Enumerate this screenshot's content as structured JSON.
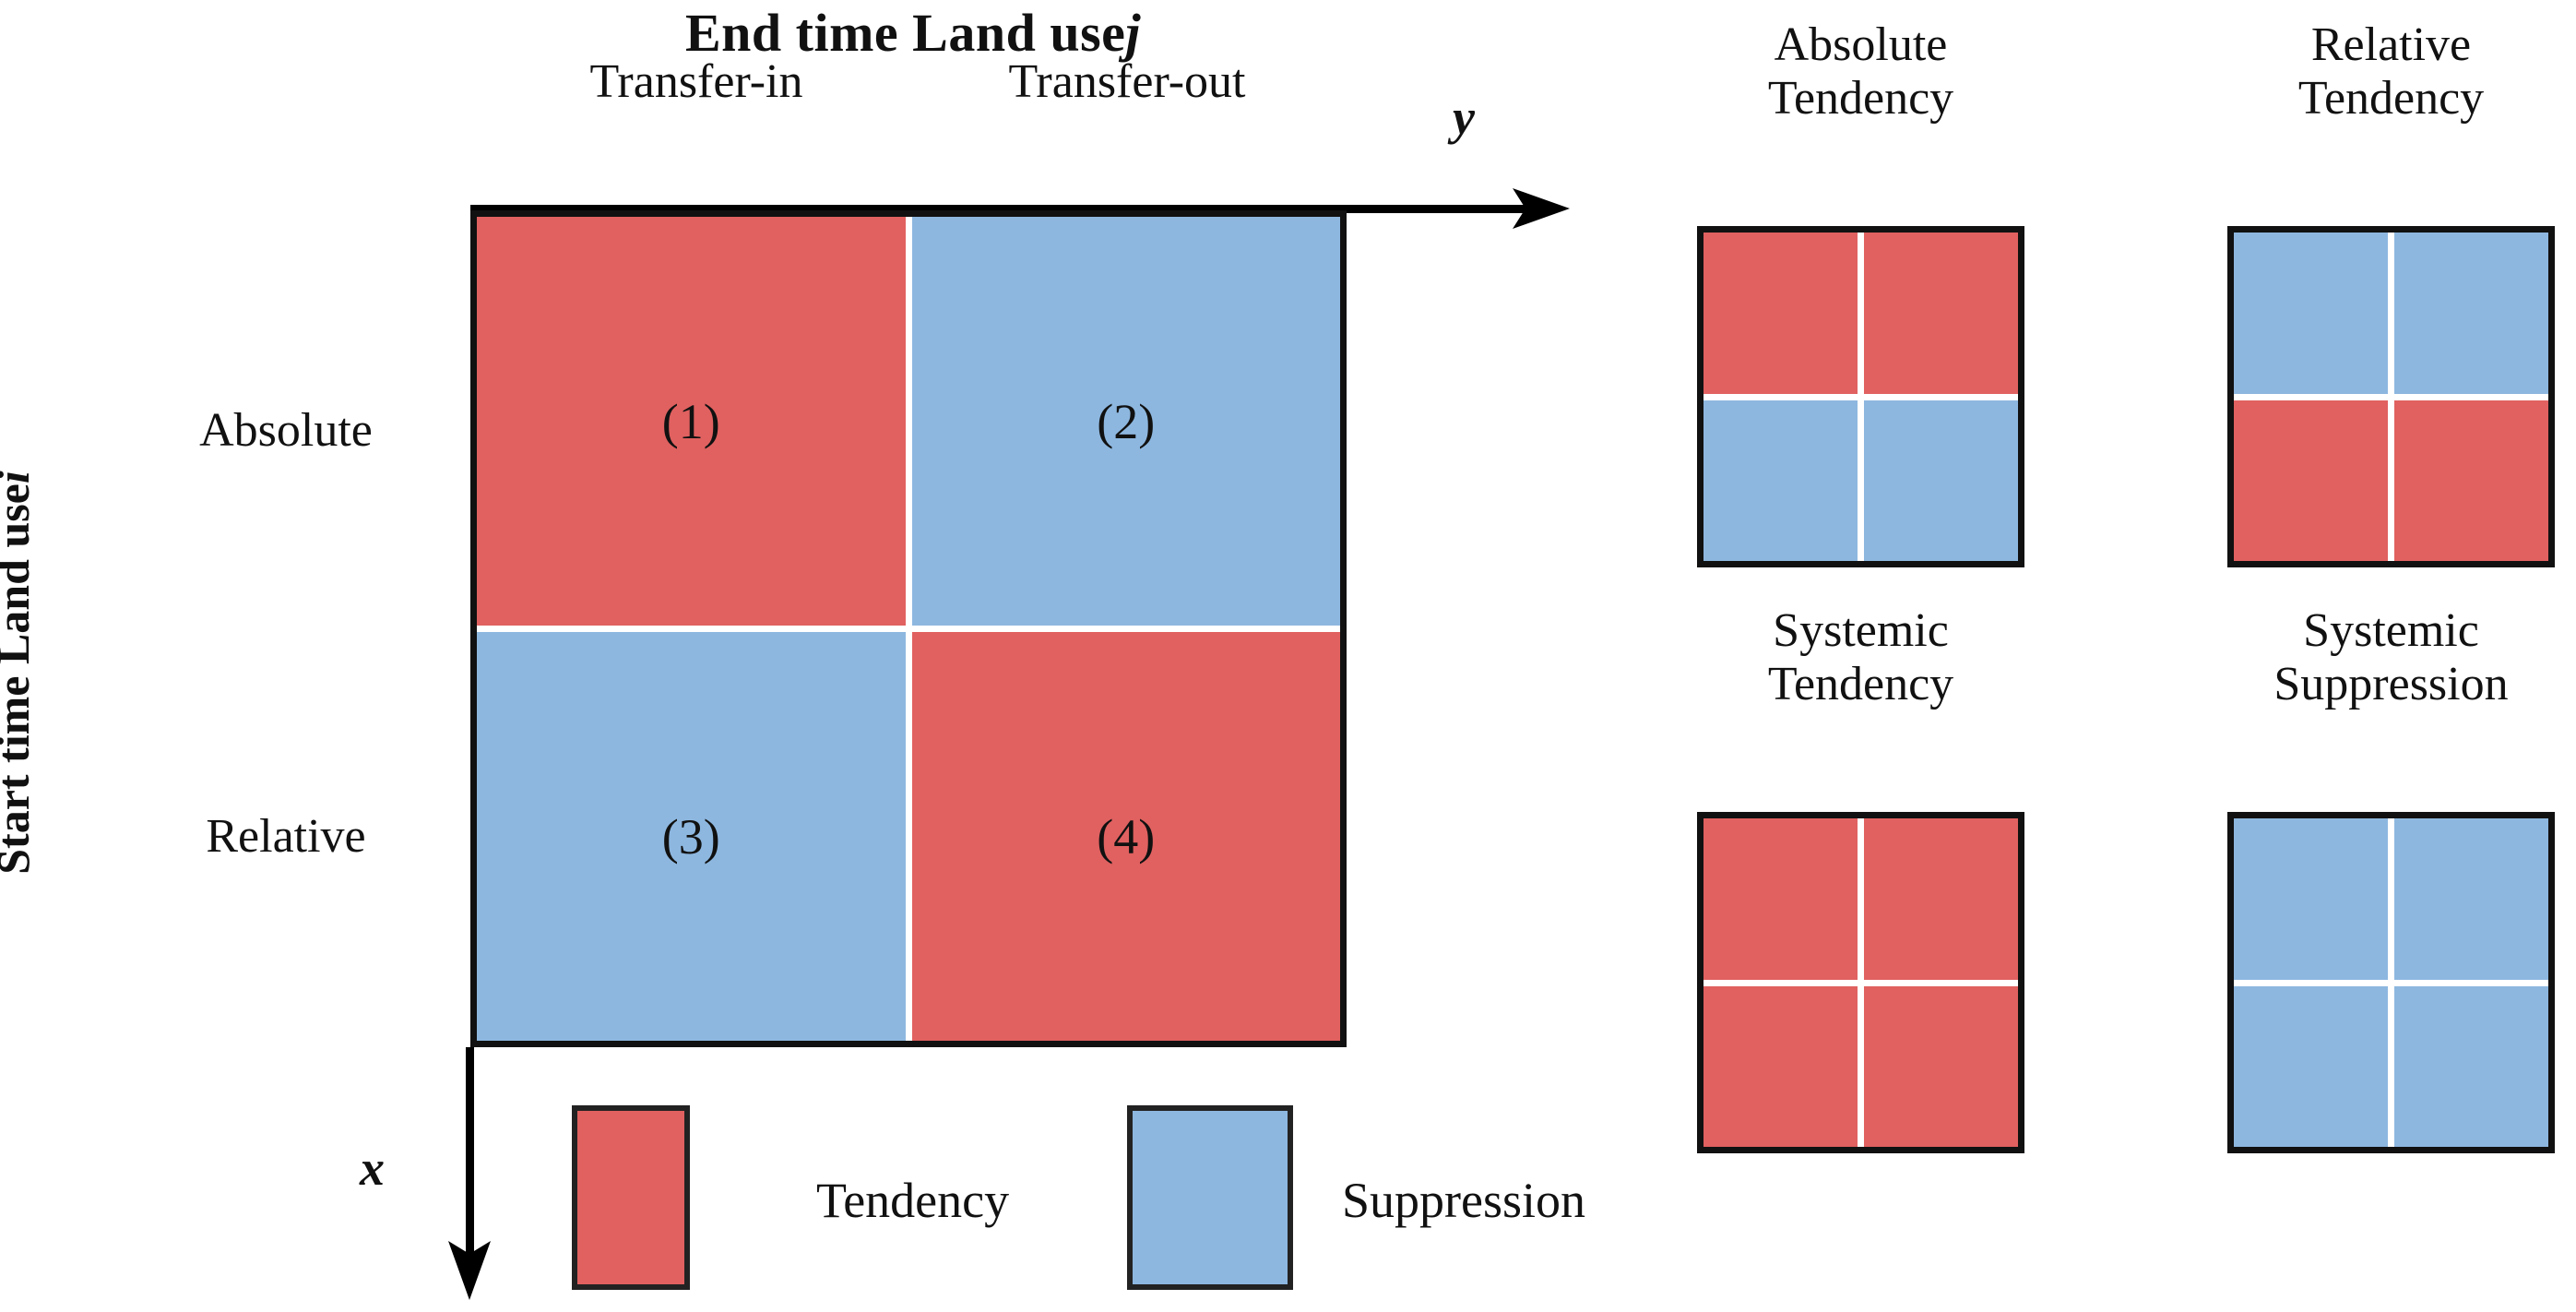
{
  "figure": {
    "title_main": "End time Land use",
    "title_main_italic": "j",
    "y_axis_title": "Start time Land  use",
    "y_axis_title_italic": "i",
    "axis_x_label": "x",
    "axis_y_label": "y"
  },
  "colors": {
    "tendency_red": "#E06160",
    "suppression_blue": "#8DB7DF",
    "outline": "#111111",
    "divider": "#FFFFFF",
    "background": "#FFFFFF"
  },
  "matrix": {
    "column_headers": [
      "Transfer-in",
      "Transfer-out"
    ],
    "row_headers": [
      "Absolute",
      "Relative"
    ],
    "cells": [
      {
        "label": "(1)",
        "color": "#E06160",
        "meaning": "Tendency"
      },
      {
        "label": "(2)",
        "color": "#8DB7DF",
        "meaning": "Suppression"
      },
      {
        "label": "(3)",
        "color": "#8DB7DF",
        "meaning": "Suppression"
      },
      {
        "label": "(4)",
        "color": "#E06160",
        "meaning": "Tendency"
      }
    ]
  },
  "legend": {
    "items": [
      {
        "label": "Tendency",
        "color": "#E06160"
      },
      {
        "label": "Suppression",
        "color": "#8DB7DF"
      }
    ]
  },
  "panels": [
    {
      "title_line1": "Absolute",
      "title_line2": "Tendency",
      "cell_colors": [
        "#E06160",
        "#E06160",
        "#8DB7DF",
        "#8DB7DF"
      ]
    },
    {
      "title_line1": "Relative",
      "title_line2": "Tendency",
      "cell_colors": [
        "#8DB7DF",
        "#8DB7DF",
        "#E06160",
        "#E06160"
      ]
    },
    {
      "title_line1": "Systemic",
      "title_line2": "Tendency",
      "cell_colors": [
        "#E06160",
        "#E06160",
        "#E06160",
        "#E06160"
      ]
    },
    {
      "title_line1": "Systemic",
      "title_line2": "Suppression",
      "cell_colors": [
        "#8DB7DF",
        "#8DB7DF",
        "#8DB7DF",
        "#8DB7DF"
      ]
    }
  ]
}
